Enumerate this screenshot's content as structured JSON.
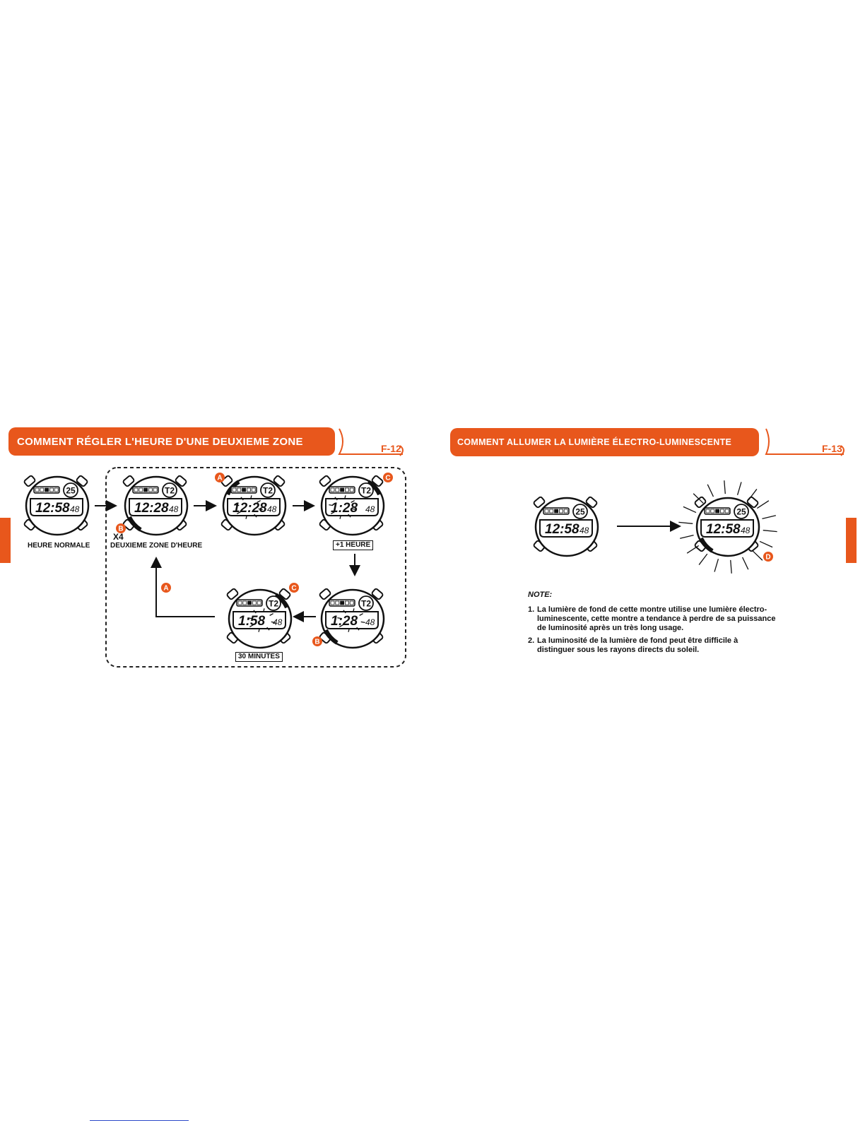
{
  "accent_color": "#e8571c",
  "left_page": {
    "title": "COMMENT RÉGLER L'HEURE D'UNE DEUXIEME ZONE",
    "page_number": "F-12",
    "labels": {
      "normal_time": "HEURE NORMALE",
      "second_zone": "DEUXIEME ZONE D'HEURE",
      "press_count": "X4",
      "plus_one_hour": "+1 HEURE",
      "thirty_minutes": "30 MINUTES"
    },
    "button_letters": {
      "a": "A",
      "b": "B",
      "c": "C"
    }
  },
  "right_page": {
    "title": "COMMENT ALLUMER LA LUMIÈRE ÉLECTRO-LUMINESCENTE",
    "page_number": "F-13",
    "button_letter_d": "D",
    "note_title": "NOTE:",
    "notes": [
      {
        "num": "1.",
        "text": "La lumière de fond de cette montre utilise une lumière électro-luminescente, cette montre a tendance à perdre de sa puissance de luminosité après un très long usage."
      },
      {
        "num": "2.",
        "text": "La luminosité de la lumière de fond peut être difficile à distinguer sous les rayons directs du soleil."
      }
    ]
  },
  "watch_displays": {
    "normal": {
      "time": "12:58",
      "seconds": "48",
      "dial": "25"
    },
    "zone": {
      "time": "12:28",
      "seconds": "48",
      "dial": "T2"
    },
    "plus_hour": {
      "time": "1:28",
      "seconds": "48",
      "dial": "T2"
    },
    "plus_30": {
      "time": "1:58",
      "seconds": "48",
      "dial": "T2"
    }
  }
}
